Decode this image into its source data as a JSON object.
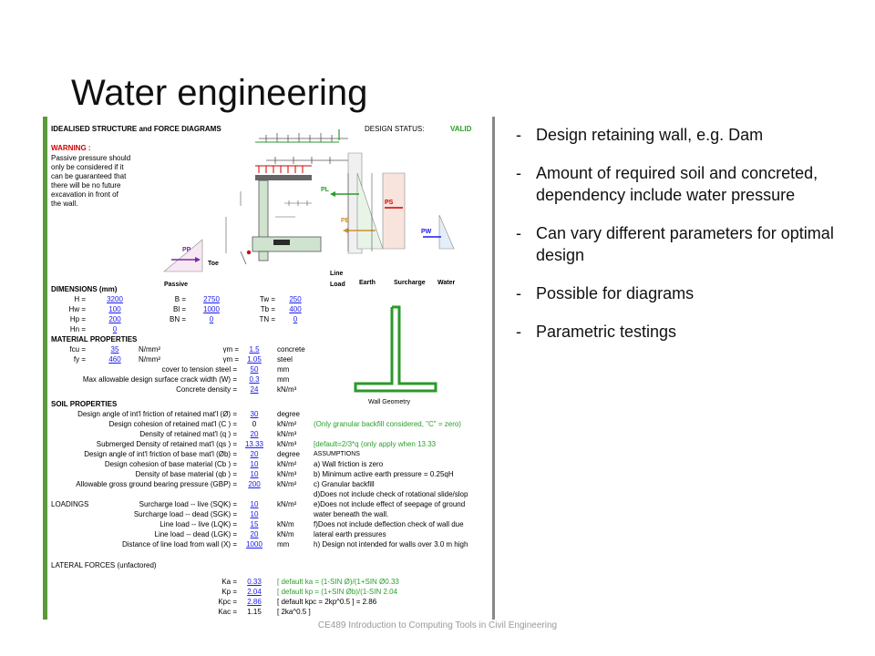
{
  "slide": {
    "title": "Water engineering",
    "footer": "CE489 Introduction to Computing Tools in Civil Engineering",
    "bullets": [
      "Design retaining wall, e.g. Dam",
      "Amount of required soil and concreted, dependency include water pressure",
      "Can vary different parameters for optimal design",
      "Possible for diagrams",
      "Parametric testings"
    ]
  },
  "sheet": {
    "header": "IDEALISED STRUCTURE and FORCE DIAGRAMS",
    "status_label": "DESIGN STATUS:",
    "status_value": "VALID",
    "warning_title": "WARNING :",
    "warning_lines": [
      "Passive pressure should",
      "only be considered if it",
      "can be guaranteed that",
      "there will be no future",
      "excavation in front of",
      "the wall."
    ],
    "diagram_labels": {
      "passive": "Passive",
      "toe": "Toe",
      "line_load": "Line",
      "load_word": "Load",
      "earth": "Earth",
      "surcharge": "Surcharge",
      "water": "Water",
      "pp": "PP",
      "pl": "PL",
      "pe": "PE",
      "ps": "PS",
      "pw": "PW"
    },
    "dimensions": {
      "title": "DIMENSIONS (mm)",
      "rows": [
        [
          [
            "H =",
            "3200"
          ],
          [
            "B =",
            "2750"
          ],
          [
            "Tw =",
            "250"
          ]
        ],
        [
          [
            "Hw =",
            "100"
          ],
          [
            "Bl =",
            "1000"
          ],
          [
            "Tb =",
            "400"
          ]
        ],
        [
          [
            "Hp =",
            "200"
          ],
          [
            "BN =",
            "0"
          ],
          [
            "TN =",
            "0"
          ]
        ],
        [
          [
            "Hn =",
            "0"
          ]
        ]
      ]
    },
    "material": {
      "title": "MATERIAL PROPERTIES",
      "fcu_label": "fcu =",
      "fcu": "35",
      "fcu_unit": "N/mm²",
      "gm1_label": "γm =",
      "gm1": "1.5",
      "gm1_unit": "concrete",
      "fy_label": "fy =",
      "fy": "460",
      "fy_unit": "N/mm²",
      "gm2_label": "γm =",
      "gm2": "1.05",
      "gm2_unit": "steel",
      "rows": [
        [
          "cover to tension steel =",
          "50",
          "mm"
        ],
        [
          "Max allowable design surface crack width (W) =",
          "0.3",
          "mm"
        ],
        [
          "Concrete density =",
          "24",
          "kN/m³"
        ]
      ]
    },
    "wall_geometry": "Wall Geometry",
    "soil": {
      "title": "SOIL PROPERTIES",
      "rows": [
        [
          "Design angle of int'l friction of retained mat'l (Ø) =",
          "30",
          "degree"
        ],
        [
          "Design cohesion of retained mat'l (C ) =",
          "0",
          "kN/m²"
        ],
        [
          "Density of retained mat'l (q ) =",
          "20",
          "kN/m³"
        ],
        [
          "Submerged Density of retained mat'l (qs ) =",
          "13.33",
          "kN/m³"
        ],
        [
          "Design angle of int'l friction of base mat'l (Øb) =",
          "20",
          "degree"
        ],
        [
          "Design cohesion of base material (Cb ) =",
          "10",
          "kN/m²"
        ],
        [
          "Density of base material (qb ) =",
          "10",
          "kN/m³"
        ],
        [
          "Allowable gross ground bearing pressure (GBP) =",
          "200",
          "kN/m²"
        ]
      ],
      "note1": "(Only granular backfill considered, \"C\" = zero)",
      "note2": "[default=2/3*q (only apply when  13.33"
    },
    "assumptions": {
      "title": "ASSUMPTIONS",
      "lines": [
        "a) Wall friction is zero",
        "b) Minimum active earth pressure = 0.25qH",
        "c) Granular backfill",
        "d)Does not include check of rotational slide/slop",
        "e)Does not include effect of seepage of ground",
        "   water beneath the wall.",
        "f)Does not include deflection check of wall due",
        "   lateral earth pressures",
        "h) Design not intended for walls over 3.0 m high"
      ]
    },
    "loadings": {
      "title": "LOADINGS",
      "rows": [
        [
          "Surcharge load -- live (SQK) =",
          "10",
          "kN/m²"
        ],
        [
          "Surcharge load -- dead (SGK) =",
          "10",
          ""
        ],
        [
          "Line load -- live (LQK) =",
          "15",
          "kN/m"
        ],
        [
          "Line load -- dead (LGK) =",
          "20",
          "kN/m"
        ],
        [
          "Distance of line load from wall (X) =",
          "1000",
          "mm"
        ]
      ]
    },
    "lateral": {
      "title": "LATERAL FORCES (unfactored)",
      "rows": [
        [
          "Ka =",
          "0.33",
          "[ default ka = (1-SIN Ø)/(1+SIN Ø0.33"
        ],
        [
          "Kp =",
          "2.04",
          "[ default kp = (1+SIN Øb)/(1-SIN 2.04"
        ],
        [
          "Kpc =",
          "2.86",
          "[ default kpc = 2kp^0.5 ]  =          2.86"
        ],
        [
          "Kac =",
          "1.15",
          "[ 2ka^0.5 ]"
        ]
      ]
    }
  }
}
